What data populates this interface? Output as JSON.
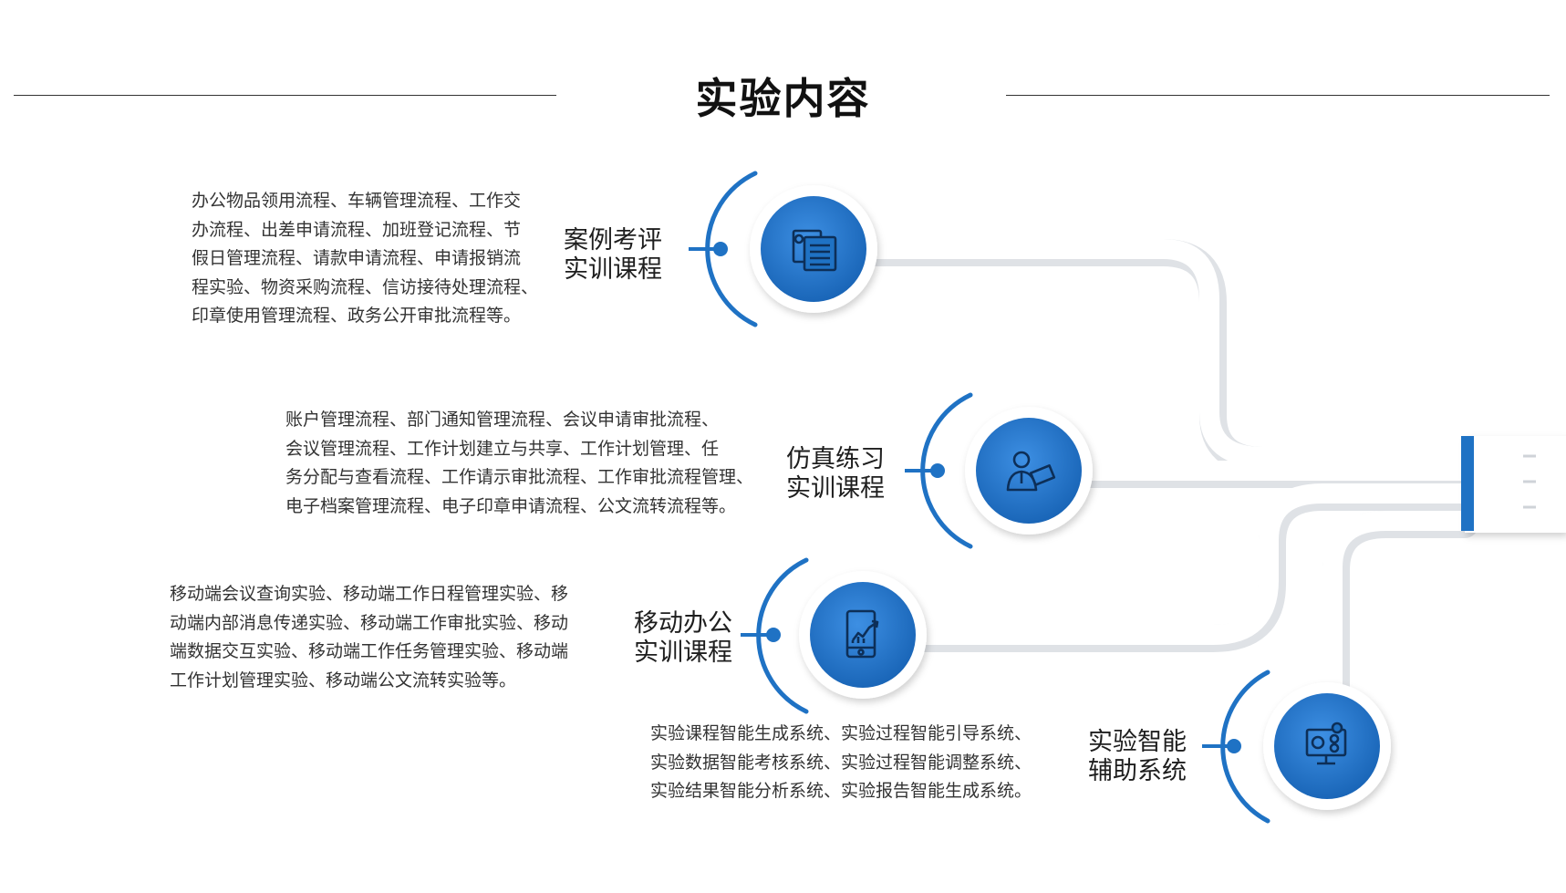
{
  "title": "实验内容",
  "nodes": [
    {
      "label_lines": [
        "案例考评",
        "实训课程"
      ],
      "icon": "document-list-icon",
      "desc_lines": [
        "办公物品领用流程、车辆管理流程、工作交",
        "办流程、出差申请流程、加班登记流程、节",
        "假日管理流程、请款申请流程、申请报销流",
        "程实验、物资采购流程、信访接待处理流程、",
        "印章使用管理流程、政务公开审批流程等。"
      ]
    },
    {
      "label_lines": [
        "仿真练习",
        "实训课程"
      ],
      "icon": "presenter-icon",
      "desc_lines": [
        "账户管理流程、部门通知管理流程、会议申请审批流程、",
        "会议管理流程、工作计划建立与共享、工作计划管理、任",
        "务分配与查看流程、工作请示审批流程、工作审批流程管理、",
        "电子档案管理流程、电子印章申请流程、公文流转流程等。"
      ]
    },
    {
      "label_lines": [
        "移动办公",
        "实训课程"
      ],
      "icon": "mobile-chart-icon",
      "desc_lines": [
        "移动端会议查询实验、移动端工作日程管理实验、移",
        "动端内部消息传递实验、移动端工作审批实验、移动",
        "端数据交互实验、移动端工作任务管理实验、移动端",
        "工作计划管理实验、移动端公文流转实验等。"
      ]
    },
    {
      "label_lines": [
        "实验智能",
        "辅助系统"
      ],
      "icon": "monitor-finance-icon",
      "desc_lines": [
        "实验课程智能生成系统、实验过程智能引导系统、",
        "实验数据智能考核系统、实验过程智能调整系统、",
        "实验结果智能分析系统、实验报告智能生成系统。"
      ]
    }
  ],
  "colors": {
    "accent": "#1f72c4",
    "accent_dark": "#1a5ea5",
    "accent_light": "#3a8be0",
    "track": "#f2f3f5",
    "track_shadow": "#d9dce1"
  }
}
